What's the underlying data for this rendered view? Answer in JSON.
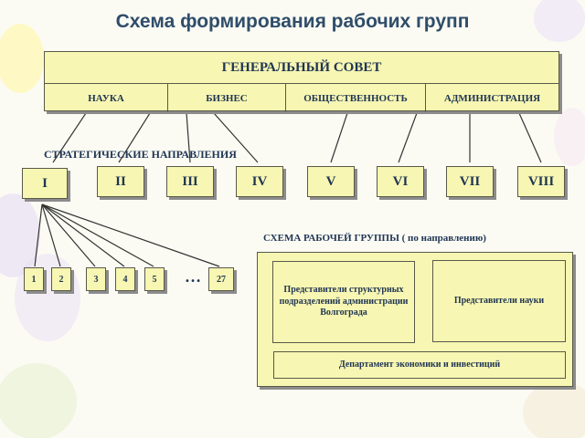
{
  "title": "Схема формирования рабочих групп",
  "council": {
    "title": "ГЕНЕРАЛЬНЫЙ СОВЕТ",
    "sections": [
      "НАУКА",
      "БИЗНЕС",
      "ОБЩЕСТВЕННОСТЬ",
      "АДМИНИСТРАЦИЯ"
    ]
  },
  "strategic_label": "СТРАТЕГИЧЕСКИЕ НАПРАВЛЕНИЯ",
  "directions": [
    "I",
    "II",
    "III",
    "IV",
    "V",
    "VI",
    "VII",
    "VIII"
  ],
  "sub_items": [
    "1",
    "2",
    "3",
    "4",
    "5",
    "27"
  ],
  "ellipsis": "…",
  "group_scheme": {
    "label": "СХЕМА  РАБОЧЕЙ  ГРУППЫ ( по направлению)",
    "admin_reps": "Представители структурных подразделений администрации Волгограда",
    "science_reps": "Представители науки",
    "department": "Департамент экономики и инвестиций"
  },
  "colors": {
    "box_fill": "#f7f6b2",
    "text": "#1f3553",
    "title": "#2f4d6a",
    "border": "#59594a"
  }
}
